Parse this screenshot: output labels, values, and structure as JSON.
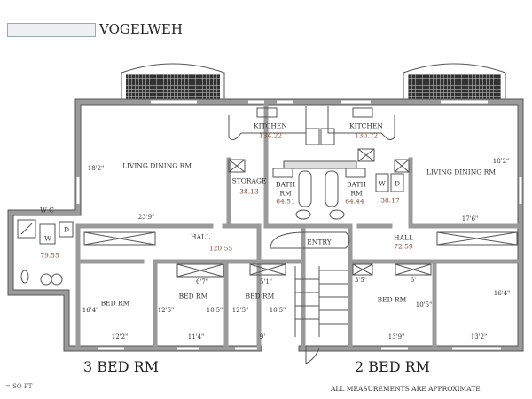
{
  "header": {
    "title": "VOGELWEH"
  },
  "rooms": {
    "living_left": {
      "label": "LIVING DINING RM",
      "dim_h": "18'2\"",
      "dim_w": "23'9\""
    },
    "living_right": {
      "label": "LIVING DINING RM",
      "dim_h": "18'2\"",
      "dim_w": "17'6\""
    },
    "kitchen_left": {
      "label": "KITCHEN",
      "area": "134.22"
    },
    "kitchen_right": {
      "label": "KITCHEN",
      "area": "130.72"
    },
    "storage": {
      "label": "STORAGE",
      "area": "38.13"
    },
    "bath_left": {
      "label1": "BATH",
      "label2": "RM",
      "area": "64.51"
    },
    "bath_right": {
      "label1": "BATH",
      "label2": "RM",
      "area": "64.44"
    },
    "laundry_right": {
      "area": "38.17",
      "washer": "W",
      "dryer": "D"
    },
    "wc": {
      "label": "W C",
      "area": "79.55",
      "washer": "W",
      "dryer": "D"
    },
    "hall_left": {
      "label": "HALL",
      "area": "120.55"
    },
    "hall_right": {
      "label": "HALL",
      "area": "72.59"
    },
    "entry": {
      "label": "ENTRY"
    },
    "bed1": {
      "label": "BED RM",
      "dim_h": "16'4\"",
      "dim_w": "12'2\""
    },
    "bed2": {
      "label": "BED RM",
      "closet": "6'7\"",
      "dim_l": "12'5\"",
      "dim_r": "10'5\"",
      "dim_w": "11'4\""
    },
    "bed3": {
      "label": "BED RM",
      "closet": "5'1\"",
      "dim_l": "12'5\"",
      "dim_r": "10'5\"",
      "dim_w": "9'"
    },
    "bed4": {
      "label": "BED RM",
      "closet_a": "3'5\"",
      "closet_b": "6'",
      "dim_r": "10'5\"",
      "dim_w": "13'9\""
    },
    "bed5": {
      "dim_h": "16'4\"",
      "dim_w": "13'2\""
    }
  },
  "footer": {
    "unit_left": "3 BED RM",
    "unit_right": "2 BED RM",
    "legend": "= SQ FT",
    "note": "ALL MEASUREMENTS ARE APPROXIMATE"
  }
}
